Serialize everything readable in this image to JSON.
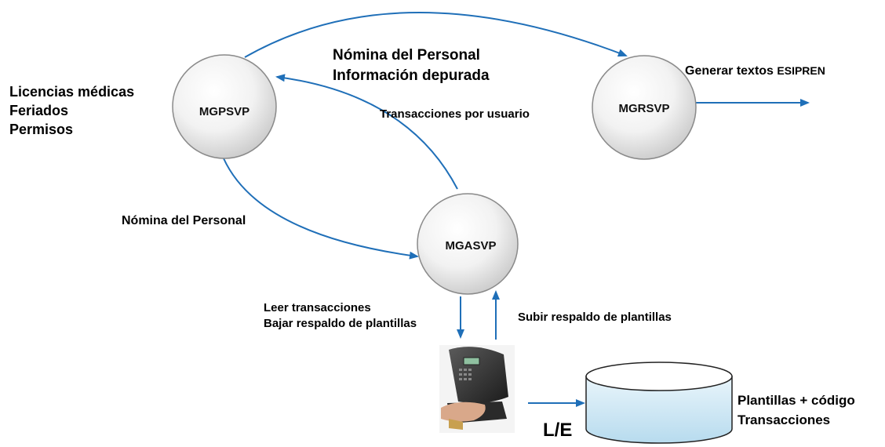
{
  "processes": {
    "mgpsvp": "MGPSVP",
    "mgrsvp": "MGRSVP",
    "mgasvp": "MGASVP"
  },
  "flows": {
    "nomina_informacion": [
      "Nómina del Personal",
      "Información depurada"
    ],
    "generar_textos": "Generar textos",
    "esipren": "ESIPREN",
    "transacciones_usuario": "Transacciones por usuario",
    "nomina_personal": "Nómina del Personal",
    "leer_bajar": [
      "Leer transacciones",
      "Bajar respaldo de plantillas"
    ],
    "subir_respaldo": "Subir respaldo de plantillas",
    "le": "L/E"
  },
  "inputs": {
    "left_list": [
      "Licencias médicas",
      "Feriados",
      "Permisos"
    ]
  },
  "datastore": {
    "labels": [
      "Plantillas + código",
      "Transacciones"
    ]
  },
  "icons": {
    "device": "hand-scanner-icon",
    "store": "database-cylinder-icon"
  },
  "colors": {
    "arrow": "#1f6fb8",
    "circle_edge": "#8a8a8a",
    "cylinder_fill": "#cde6f3"
  }
}
